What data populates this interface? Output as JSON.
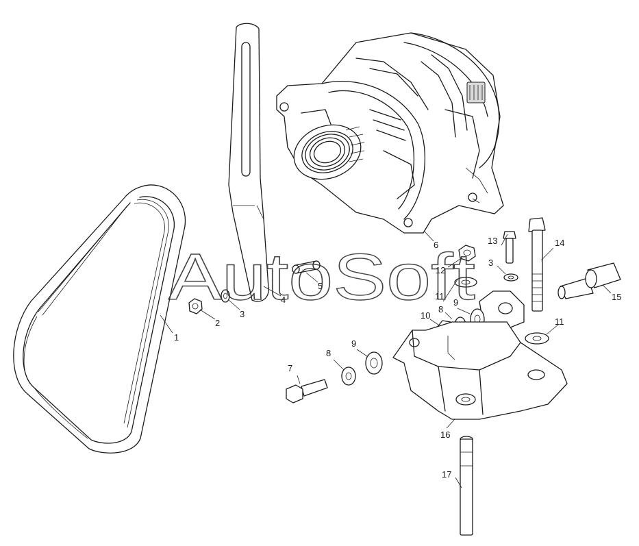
{
  "watermark": "AutoSoft",
  "callouts": [
    {
      "id": "c1",
      "label": "1"
    },
    {
      "id": "c2",
      "label": "2"
    },
    {
      "id": "c3a",
      "label": "3"
    },
    {
      "id": "c3b",
      "label": "3"
    },
    {
      "id": "c4",
      "label": "4"
    },
    {
      "id": "c5",
      "label": "5"
    },
    {
      "id": "c6",
      "label": "6"
    },
    {
      "id": "c7",
      "label": "7"
    },
    {
      "id": "c8a",
      "label": "8"
    },
    {
      "id": "c8b",
      "label": "8"
    },
    {
      "id": "c9a",
      "label": "9"
    },
    {
      "id": "c9b",
      "label": "9"
    },
    {
      "id": "c10",
      "label": "10"
    },
    {
      "id": "c11a",
      "label": "11"
    },
    {
      "id": "c11b",
      "label": "11"
    },
    {
      "id": "c12",
      "label": "12"
    },
    {
      "id": "c13",
      "label": "13"
    },
    {
      "id": "c14",
      "label": "14"
    },
    {
      "id": "c15",
      "label": "15"
    },
    {
      "id": "c16",
      "label": "16"
    },
    {
      "id": "c17",
      "label": "17"
    }
  ]
}
